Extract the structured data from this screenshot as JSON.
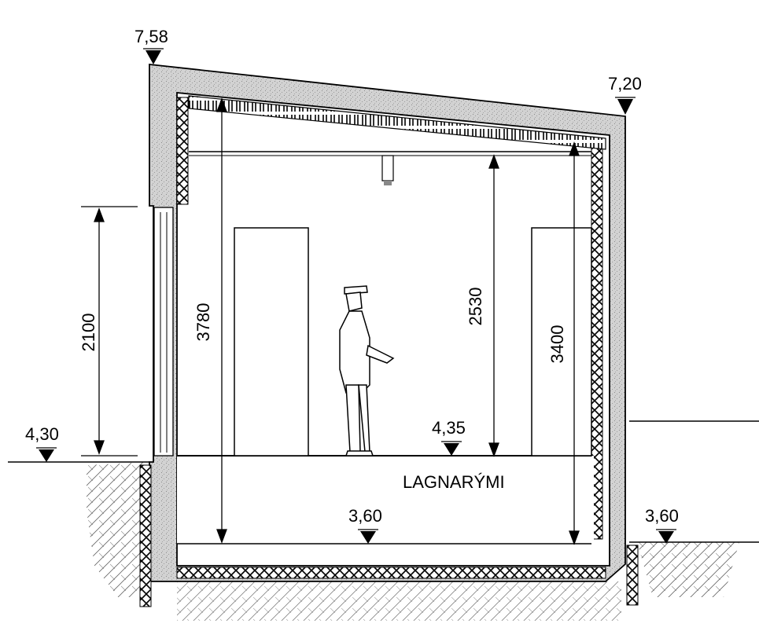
{
  "elevations": {
    "roof_left": "7,58",
    "roof_right": "7,20",
    "ground_left": "4,30",
    "floor": "4,35",
    "basement_inside": "3,60",
    "ground_right": "3,60"
  },
  "dimensions": {
    "window_height": "2100",
    "left_clear_height": "3780",
    "room_height": "2530",
    "right_clear_height": "3400"
  },
  "room_label": "LAGNARÝMI",
  "colors": {
    "concrete_fill": "#cfcfcf",
    "line": "#000000",
    "background": "#ffffff"
  }
}
